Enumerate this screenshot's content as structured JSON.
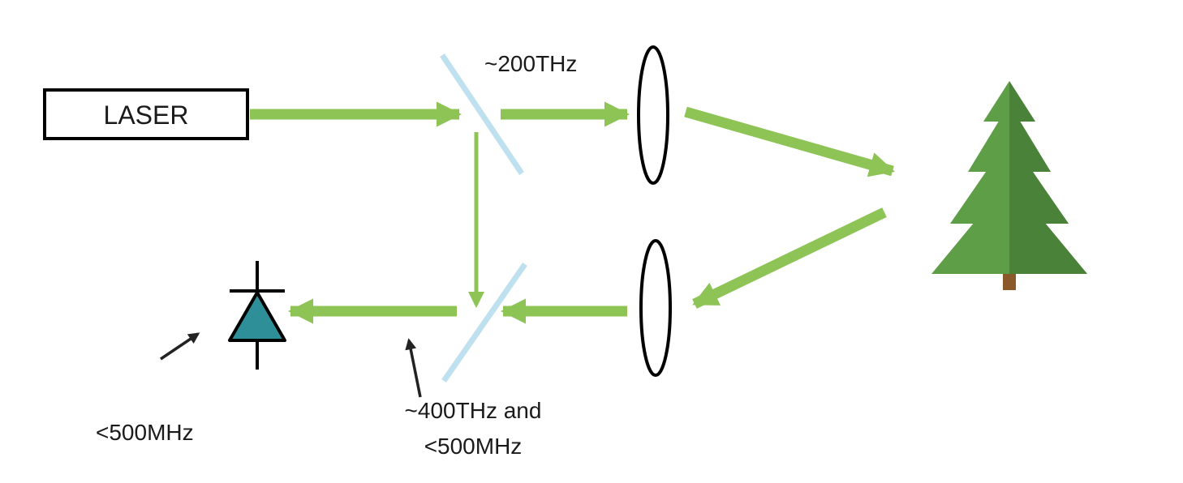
{
  "labels": {
    "laser": "LASER",
    "freq_top": "~200THz",
    "freq_detector": "<500MHz",
    "freq_mixed_line1": "~400THz and",
    "freq_mixed_line2": "<500MHz"
  },
  "icons": {
    "laser": "laser-box-icon",
    "beam_splitter_top": "beam-splitter-icon",
    "beam_splitter_bottom": "beam-splitter-icon",
    "lens_top": "lens-icon",
    "lens_bottom": "lens-icon",
    "tree": "pine-tree-icon",
    "detector": "photodiode-icon"
  },
  "colors": {
    "beam": "#8dc455",
    "splitter": "#bfe0ee",
    "diode_fill": "#2f8f99",
    "tree_light": "#5e9e46",
    "tree_dark": "#4b823a",
    "trunk": "#8a5a2b",
    "outline": "#000000"
  }
}
